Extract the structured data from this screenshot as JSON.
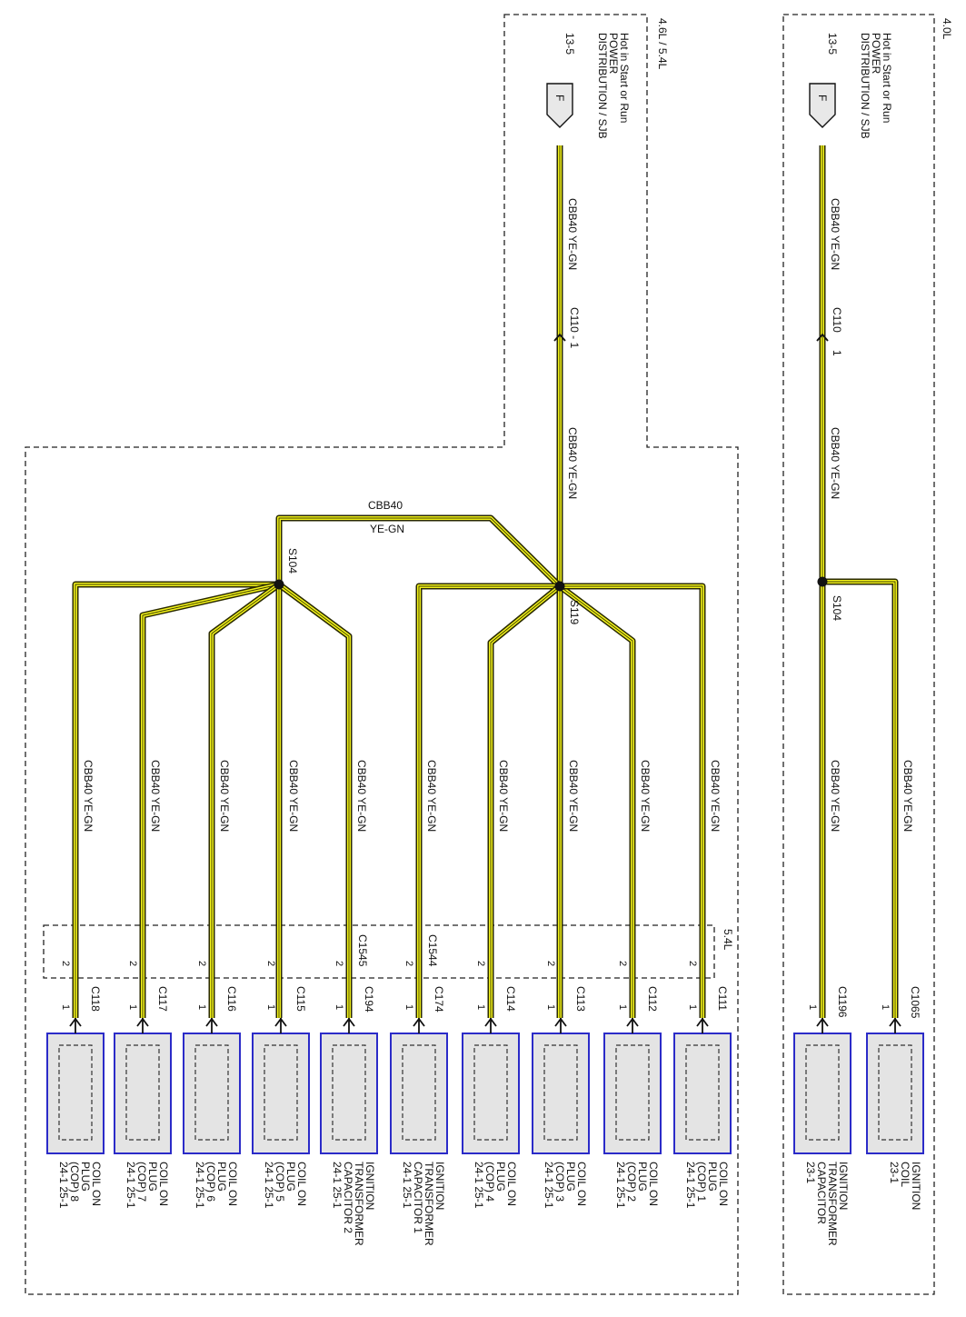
{
  "variants": {
    "v46_54": "4.6L / 5.4L",
    "v40": "4.0L",
    "v54": "5.4L"
  },
  "power_sources": [
    {
      "lines": [
        "Hot in Start or Run",
        "POWER",
        "DISTRIBUTION / SJB"
      ],
      "ref": "13-5",
      "fuse": "F"
    },
    {
      "lines": [
        "Hot in Start or Run",
        "POWER",
        "DISTRIBUTION / SJB"
      ],
      "ref": "13-5",
      "fuse": "F"
    }
  ],
  "wire": {
    "circuit": "CBB40",
    "color": "YE-GN",
    "label": "CBB40  YE-GN",
    "colors": {
      "insulation": "#f2f21a",
      "outline": "#2a2a00",
      "component_border": "#2b2bc8"
    }
  },
  "connectors": {
    "c110_left": "C110 - 1",
    "c110_right": "C110",
    "c110_right_pin": "1",
    "c1544": "C1544",
    "c1545": "C1545"
  },
  "splices": {
    "s104_left": "S104",
    "s119": "S119",
    "s104_right": "S104"
  },
  "components": [
    {
      "id": "c118",
      "connector": "C118",
      "pin_in": "2",
      "pin": "1",
      "lines": [
        "COIL ON",
        "PLUG",
        "(COP) 8"
      ],
      "refs": "24-1    25-1"
    },
    {
      "id": "c117",
      "connector": "C117",
      "pin_in": "2",
      "pin": "1",
      "lines": [
        "COIL ON",
        "PLUG",
        "(COP) 7"
      ],
      "refs": "24-1    25-1"
    },
    {
      "id": "c116",
      "connector": "C116",
      "pin_in": "2",
      "pin": "1",
      "lines": [
        "COIL ON",
        "PLUG",
        "(COP) 6"
      ],
      "refs": "24-1    25-1"
    },
    {
      "id": "c115",
      "connector": "C115",
      "pin_in": "2",
      "pin": "1",
      "lines": [
        "COIL ON",
        "PLUG",
        "(COP) 5"
      ],
      "refs": "24-1    25-1"
    },
    {
      "id": "c194",
      "connector": "C194",
      "pin_in": "2",
      "pin": "1",
      "lines": [
        "IGNITION",
        "TRANSFORMER",
        "CAPACITOR 2"
      ],
      "refs": "24-1    25-1"
    },
    {
      "id": "c174",
      "connector": "C174",
      "pin_in": "2",
      "pin": "1",
      "lines": [
        "IGNITION",
        "TRANSFORMER",
        "CAPACITOR 1"
      ],
      "refs": "24-1    25-1"
    },
    {
      "id": "c114",
      "connector": "C114",
      "pin_in": "2",
      "pin": "1",
      "lines": [
        "COIL ON",
        "PLUG",
        "(COP) 4"
      ],
      "refs": "24-1    25-1"
    },
    {
      "id": "c113",
      "connector": "C113",
      "pin_in": "2",
      "pin": "1",
      "lines": [
        "COIL ON",
        "PLUG",
        "(COP) 3"
      ],
      "refs": "24-1    25-1"
    },
    {
      "id": "c112",
      "connector": "C112",
      "pin_in": "2",
      "pin": "1",
      "lines": [
        "COIL ON",
        "PLUG",
        "(COP) 2"
      ],
      "refs": "24-1    25-1"
    },
    {
      "id": "c111",
      "connector": "C111",
      "pin_in": "2",
      "pin": "1",
      "lines": [
        "COIL ON",
        "PLUG",
        "(COP) 1"
      ],
      "refs": "24-1    25-1"
    },
    {
      "id": "c1196",
      "connector": "C1196",
      "pin": "1",
      "lines": [
        "IGNITION",
        "TRANSFORMER",
        "CAPACITOR"
      ],
      "refs": "23-1"
    },
    {
      "id": "c1065",
      "connector": "C1065",
      "pin": "1",
      "lines": [
        "IGNITION",
        "COIL"
      ],
      "refs": "23-1"
    }
  ]
}
